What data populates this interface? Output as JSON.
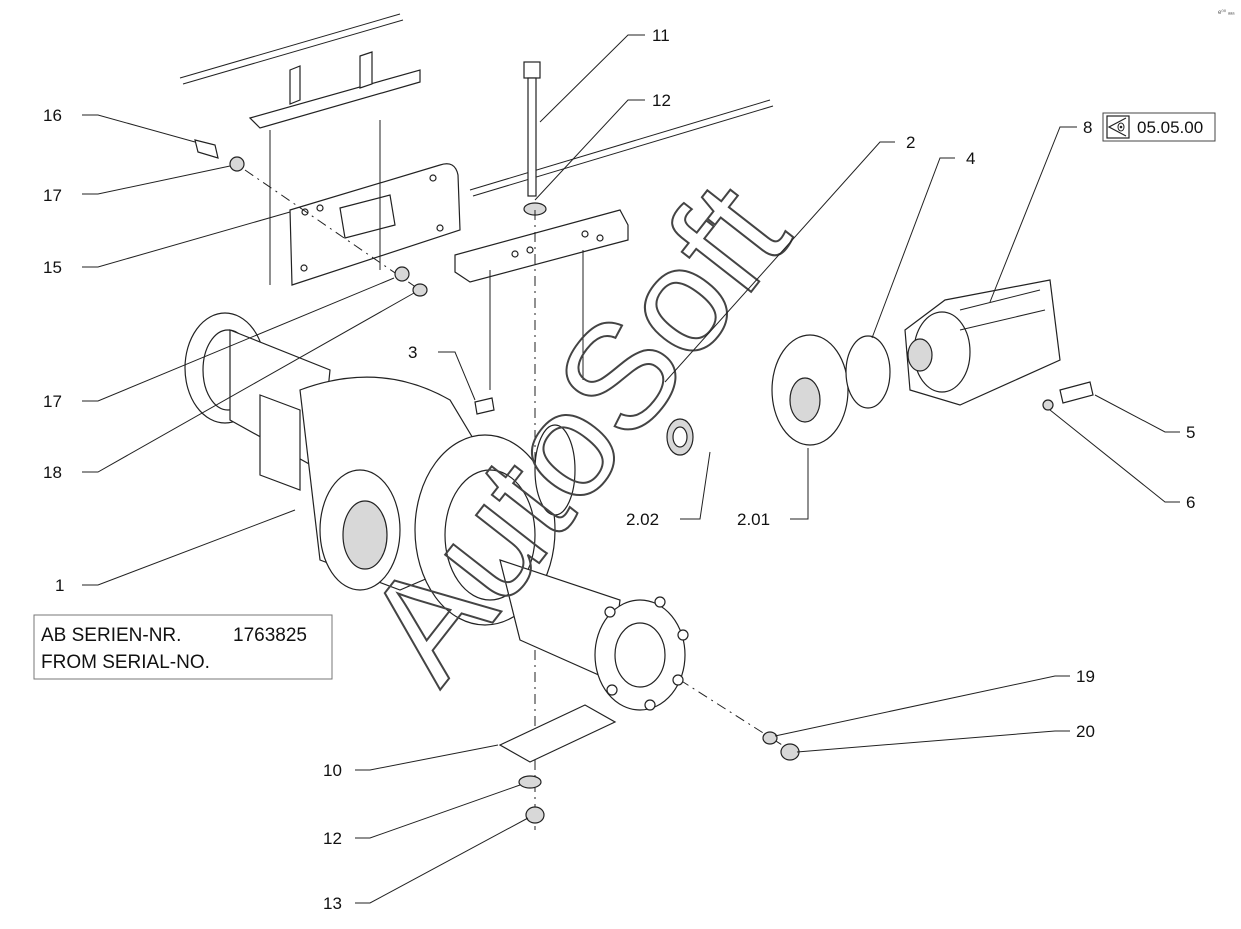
{
  "corner_mark": "e⁰⁰ ₐₐₐ",
  "watermark": "AutoSoft",
  "serial_box": {
    "line1_label": "AB SERIEN-NR.",
    "line1_value": "1763825",
    "line2": "FROM SERIAL-NO."
  },
  "reference_box": {
    "icon": "eye-triangle-icon",
    "text": "05.05.00"
  },
  "callouts": {
    "c1": "1",
    "c2": "2",
    "c201": "2.01",
    "c202": "2.02",
    "c3": "3",
    "c4": "4",
    "c5": "5",
    "c6": "6",
    "c8": "8",
    "c10": "10",
    "c11": "11",
    "c12a": "12",
    "c12b": "12",
    "c13": "13",
    "c15": "15",
    "c16": "16",
    "c17a": "17",
    "c17b": "17",
    "c18": "18",
    "c19": "19",
    "c20": "20"
  }
}
